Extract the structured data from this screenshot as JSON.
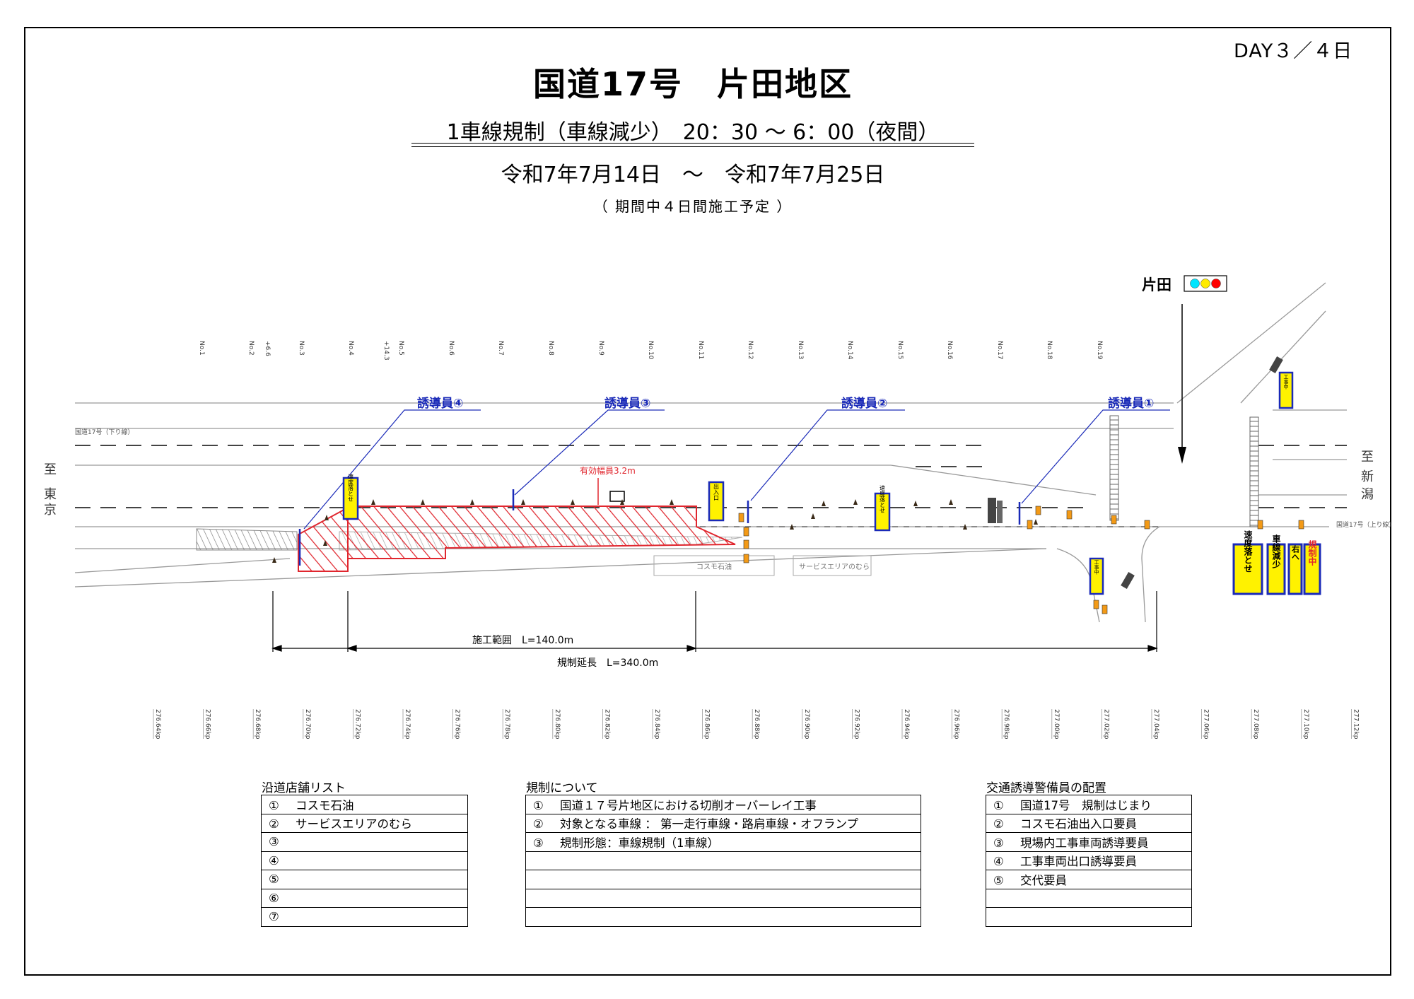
{
  "header": {
    "day": "DAY３／４日",
    "title": "国道17号　片田地区",
    "subtitle": "1車線規制（車線減少）　20：30 ～ 6：00（夜間）",
    "period": "令和7年7月14日　～　令和7年7月25日",
    "note": "（ 期間中４日間施工予定 ）"
  },
  "diagram": {
    "station_labels": [
      "No.1",
      "No.2",
      "+6.6",
      "No.3",
      "No.4",
      "+14.3",
      "No.5",
      "No.6",
      "No.7",
      "No.8",
      "No.9",
      "No.10",
      "No.11",
      "No.12",
      "No.13",
      "No.14",
      "No.15",
      "No.16",
      "No.17",
      "No.18",
      "No.19"
    ],
    "kp_labels": [
      "276.64kp",
      "276.66kp",
      "276.68kp",
      "276.70kp",
      "276.72kp",
      "276.74kp",
      "276.76kp",
      "276.78kp",
      "276.80kp",
      "276.82kp",
      "276.84kp",
      "276.86kp",
      "276.88kp",
      "276.90kp",
      "276.92kp",
      "276.94kp",
      "276.96kp",
      "276.98kp",
      "277.00kp",
      "277.02kp",
      "277.04kp",
      "277.06kp",
      "277.08kp",
      "277.10kp",
      "277.12kp"
    ],
    "guards": [
      "誘導員④",
      "誘導員③",
      "誘導員②",
      "誘導員①"
    ],
    "signal_label": "片田",
    "to_tokyo": [
      "至",
      "東",
      "京"
    ],
    "to_niigata": [
      "至",
      "新",
      "潟"
    ],
    "road_down": "国道17号（下り線）",
    "road_up": "国道17号（上り線）",
    "effective_width": "有効幅員3.2m",
    "shop_cosmo": "コスモ石油",
    "shop_service": "サービスエリアのむら",
    "sign_slow": "速度落とせ",
    "sign_entrance": "出入口",
    "sign_lane_reduction": "車線減少",
    "sign_right": "右へ",
    "sign_regulation": "規制中",
    "sign_construction": "工事中",
    "work_range": "施工範囲　L=140.0m",
    "regulation_length": "規制延長　L=340.0m",
    "colors": {
      "hatch": "#e0262e",
      "guard_text": "#1a2ab8",
      "sign_yellow": "#fff200",
      "sign_border": "#1a2ab8",
      "signal_cyan": "#00e5ff",
      "signal_yellow": "#ffeb00",
      "signal_red": "#ff0000"
    }
  },
  "shops": {
    "title": "沿道店舗リスト",
    "rows": [
      {
        "num": "①",
        "text": "コスモ石油"
      },
      {
        "num": "②",
        "text": "サービスエリアのむら"
      },
      {
        "num": "③",
        "text": ""
      },
      {
        "num": "④",
        "text": ""
      },
      {
        "num": "⑤",
        "text": ""
      },
      {
        "num": "⑥",
        "text": ""
      },
      {
        "num": "⑦",
        "text": ""
      }
    ]
  },
  "regulation": {
    "title": "規制について",
    "rows": [
      {
        "num": "①",
        "text": "国道１７号片地区における切削オーバーレイ工事"
      },
      {
        "num": "②",
        "text": "対象となる車線 ： 第一走行車線・路肩車線・オフランプ"
      },
      {
        "num": "③",
        "text": "規制形態：車線規制（1車線）"
      },
      {
        "num": "",
        "text": ""
      },
      {
        "num": "",
        "text": ""
      },
      {
        "num": "",
        "text": ""
      },
      {
        "num": "",
        "text": ""
      }
    ]
  },
  "guard_staff": {
    "title": "交通誘導警備員の配置",
    "rows": [
      {
        "num": "①",
        "text": "国道17号　規制はじまり"
      },
      {
        "num": "②",
        "text": "コスモ石油出入口要員"
      },
      {
        "num": "③",
        "text": "現場内工事車両誘導要員"
      },
      {
        "num": "④",
        "text": "工事車両出口誘導要員"
      },
      {
        "num": "⑤",
        "text": "交代要員"
      },
      {
        "num": "",
        "text": ""
      },
      {
        "num": "",
        "text": ""
      }
    ]
  }
}
